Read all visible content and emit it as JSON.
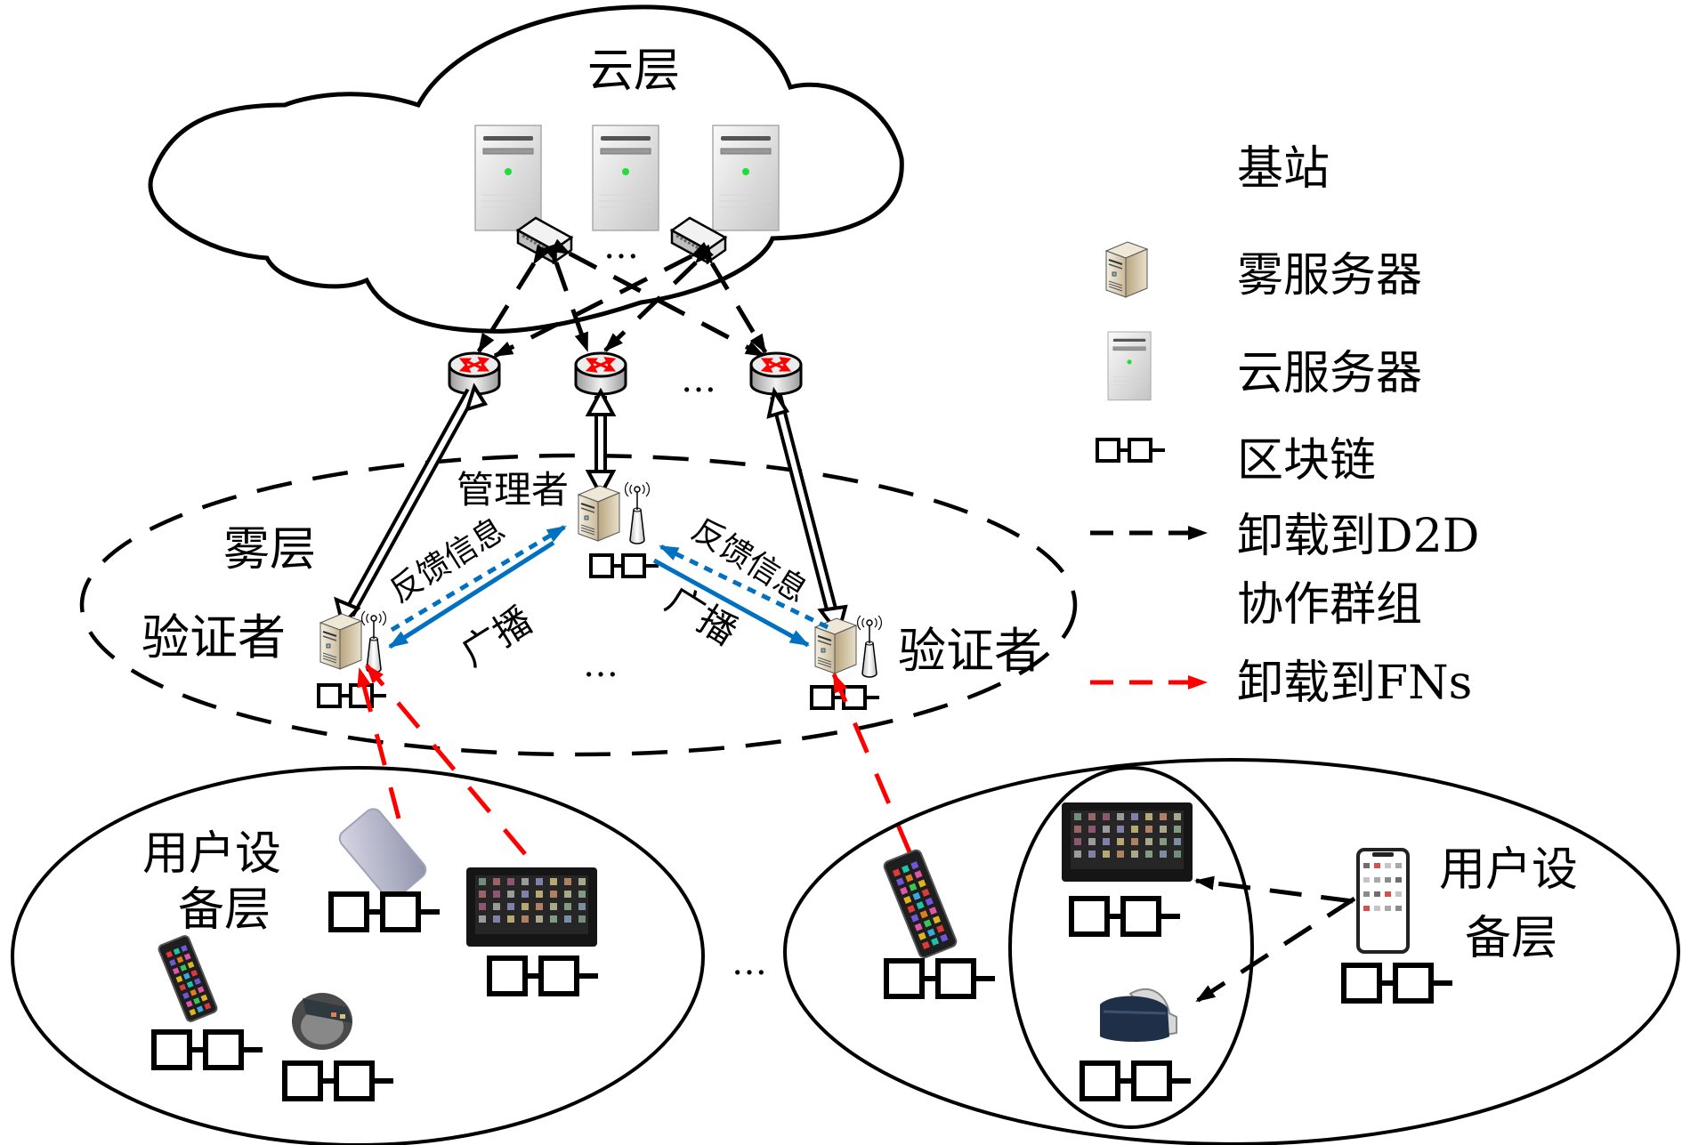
{
  "colors": {
    "line": "#000000",
    "red_arrow": "#ff0000",
    "blue_arrow": "#0070c0",
    "led_green": "#22dd33"
  },
  "cloud_layer": {
    "label": "云层",
    "servers_count": 3,
    "switch_ellipsis": "…",
    "router_ellipsis": "…"
  },
  "fog_layer": {
    "label": "雾层",
    "manager_label": "管理者",
    "verifier_left_label": "验证者",
    "verifier_right_label": "验证者",
    "feedback_left": "反馈信息",
    "feedback_right": "反馈信息",
    "broadcast_left": "广播",
    "broadcast_right": "广播",
    "ellipsis": "…"
  },
  "user_layer_left": {
    "label_line1": "用户设",
    "label_line2": "备层",
    "devices": [
      "silver-phone",
      "tablet",
      "smartphone",
      "smartwatch"
    ]
  },
  "user_layer_right": {
    "label_line1": "用户设",
    "label_line2": "备层",
    "devices": [
      "smartphone",
      "tablet",
      "vr-headset",
      "phone"
    ]
  },
  "between_groups_ellipsis": "…",
  "legend": [
    {
      "icon": "base-station-icon",
      "label": "基站"
    },
    {
      "icon": "fog-server-icon",
      "label": "雾服务器"
    },
    {
      "icon": "cloud-server-icon",
      "label": "云服务器"
    },
    {
      "icon": "blockchain-icon",
      "label": "区块链"
    },
    {
      "icon": "black-dashed-arrow-icon",
      "label": "卸载到D2D",
      "label2": "协作群组"
    },
    {
      "icon": "red-dashed-arrow-icon",
      "label": "卸载到FNs"
    }
  ]
}
